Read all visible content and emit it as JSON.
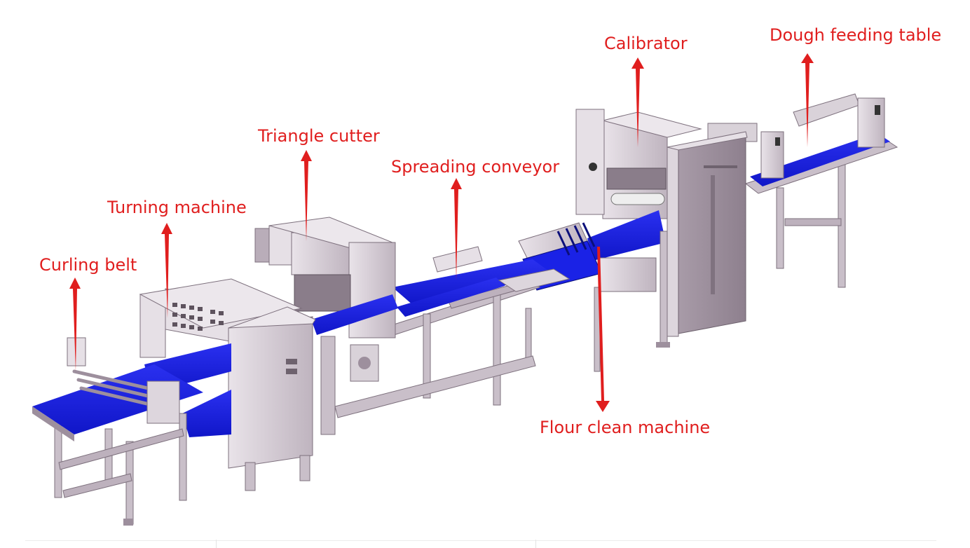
{
  "labels": {
    "dough_feeding_table": "Dough feeding table",
    "calibrator": "Calibrator",
    "triangle_cutter": "Triangle cutter",
    "spreading_conveyor": "Spreading conveyor",
    "turning_machine": "Turning machine",
    "curling_belt": "Curling belt",
    "flour_clean_machine": "Flour clean machine"
  },
  "colors": {
    "label": "#e01e1e",
    "arrow": "#e01e1e",
    "belt": "#1a22e6",
    "frame": "#c9bfc9",
    "frame_dark": "#9d8f9d",
    "cabinet": "#ddd6dd"
  }
}
